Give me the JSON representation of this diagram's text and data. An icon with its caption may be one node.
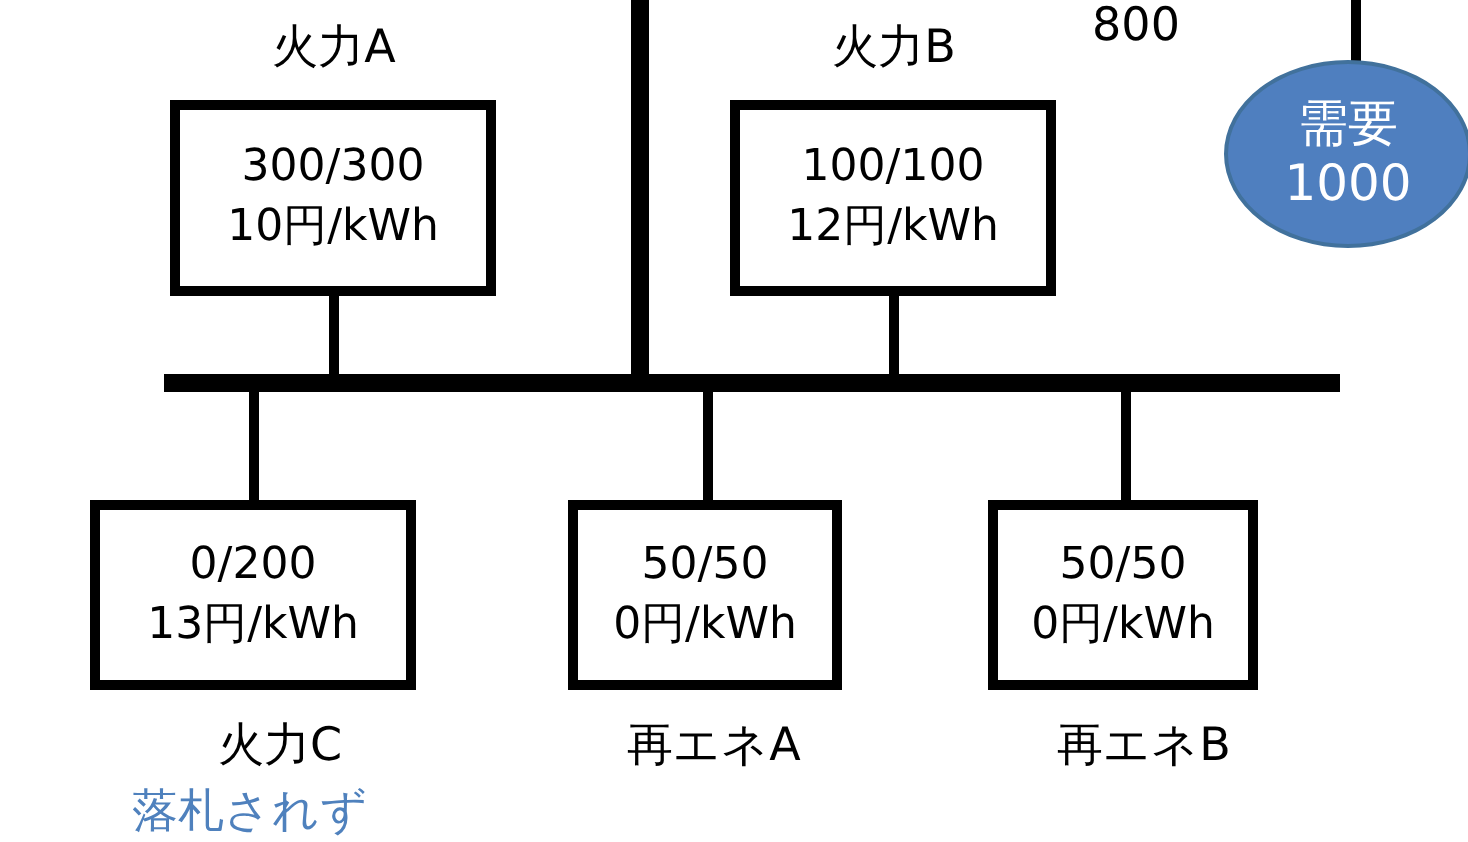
{
  "diagram": {
    "nodes": [
      {
        "text": [
          "300/300 10円/kWh"
        ],
        "beside": [
          "火力A"
        ]
      },
      {
        "text": [
          "100/100 12円/kWh"
        ],
        "beside": [
          "火力B"
        ]
      },
      {
        "text": [
          "需要 1000"
        ]
      },
      {
        "text": [],
        "shape": "bar"
      },
      {
        "text": [
          "0/200 13円/kWh"
        ],
        "beside": [
          "火力C",
          "落札されず"
        ]
      },
      {
        "text": [
          "50/50 0円/kWh"
        ],
        "beside": [
          "再エネA"
        ]
      },
      {
        "text": [
          "50/50 0円/kWh"
        ],
        "beside": [
          "再エネB"
        ]
      }
    ],
    "edges": [
      {
        "from": 0,
        "to": 3,
        "arrow": "none"
      },
      {
        "from": 1,
        "to": 3,
        "arrow": "none"
      },
      {
        "from": 3,
        "to": 4,
        "arrow": "none"
      },
      {
        "from": 3,
        "to": 5,
        "arrow": "none"
      },
      {
        "from": 3,
        "to": 6,
        "arrow": "none"
      },
      {
        "from": 3,
        "to": null,
        "arrow": "none",
        "style": "thick"
      },
      {
        "from": null,
        "to": 2,
        "arrow": "none"
      }
    ],
    "labels": [
      "800"
    ]
  }
}
